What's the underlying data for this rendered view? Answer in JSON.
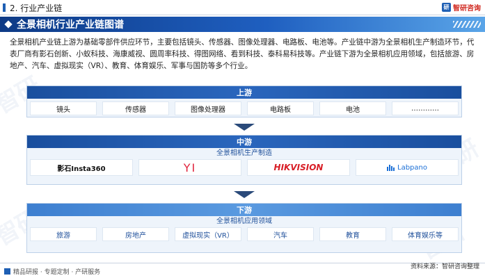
{
  "header": {
    "section_title": "2. 行业产业链",
    "brand": "智研咨询",
    "brand_icon": "zhiyan-logo-icon"
  },
  "title": "全景相机行业产业链图谱",
  "intro": "全景相机产业链上游为基础零部件供应环节，主要包括镜头、传感器、图像处理器、电路板、电池等。产业链中游为全景相机生产制造环节，代表厂商有影石创新、小蚁科技、海康威视、圆周率科技、得图网络、看到科技、泰科易科技等。产业链下游为全景相机应用领域，包括旅游、房地产、汽车、虚拟现实（VR）、教育、体育娱乐、军事与国防等多个行业。",
  "upstream": {
    "header": "上游",
    "items": [
      "镜头",
      "传感器",
      "图像处理器",
      "电路板",
      "电池",
      "…………"
    ]
  },
  "midstream": {
    "header": "中游",
    "subtitle": "全景相机生产制造",
    "logos": [
      "影石Insta360",
      "YI",
      "HIKVISION",
      "Labpano"
    ]
  },
  "downstream": {
    "header": "下游",
    "subtitle": "全景相机应用领域",
    "items": [
      "旅游",
      "房地产",
      "虚拟现实（VR）",
      "汽车",
      "教育",
      "体育娱乐等"
    ]
  },
  "footer": {
    "left": "精品研报 · 专题定制 · 产研服务",
    "right": "资料来源：智研咨询整理"
  },
  "colors": {
    "accent": "#1e5fb4",
    "header_dark": "#1a4f9e",
    "header_light": "#3d7fd0",
    "yi_red": "#e0233c",
    "hik_red": "#d81e26",
    "labpano_blue": "#1b6fd6"
  }
}
